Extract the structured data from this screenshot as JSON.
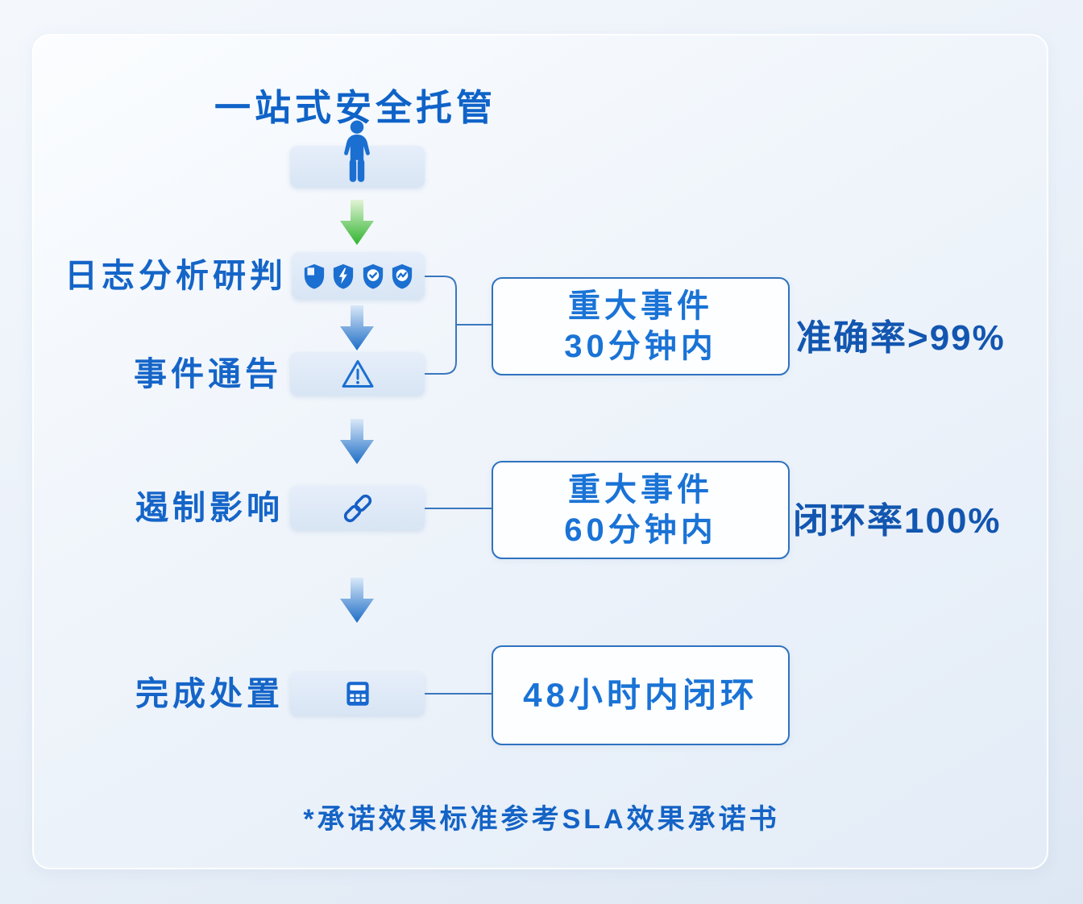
{
  "title": "一站式安全托管",
  "steps": {
    "analysis": {
      "label": "日志分析研判"
    },
    "notice": {
      "label": "事件通告"
    },
    "contain": {
      "label": "遏制影响"
    },
    "complete": {
      "label": "完成处置"
    }
  },
  "sla": {
    "box30": {
      "line1": "重大事件",
      "line2": "30分钟内"
    },
    "box60": {
      "line1": "重大事件",
      "line2": "60分钟内"
    },
    "box48": {
      "line1": "48小时内闭环"
    }
  },
  "metrics": {
    "accuracy": "准确率>99%",
    "closure": "闭环率100%"
  },
  "footnote": "*承诺效果标准参考SLA效果承诺书",
  "icons": {
    "top": "person-icon",
    "analysis": [
      "shield-quadrant-icon",
      "shield-lightning-icon",
      "shield-check-icon",
      "shield-pulse-icon"
    ],
    "notice": "warning-triangle-icon",
    "contain": "chain-link-icon",
    "complete": "calculator-icon",
    "flow": [
      "arrow-down-green-icon",
      "arrow-down-blue-icon",
      "arrow-down-blue-icon",
      "arrow-down-blue-icon"
    ]
  },
  "colors": {
    "title_blue": "#0f63c8",
    "label_blue": "#1565c8",
    "metric_blue": "#1256b0",
    "box_text_blue": "#1a73d6",
    "box_border_blue": "#2e72c0",
    "icon_blue": "#1b6fd0",
    "arrow_green": "#2fb42f",
    "arrow_blue": "#1d6dc6",
    "tile_background": "#dde8f6"
  }
}
